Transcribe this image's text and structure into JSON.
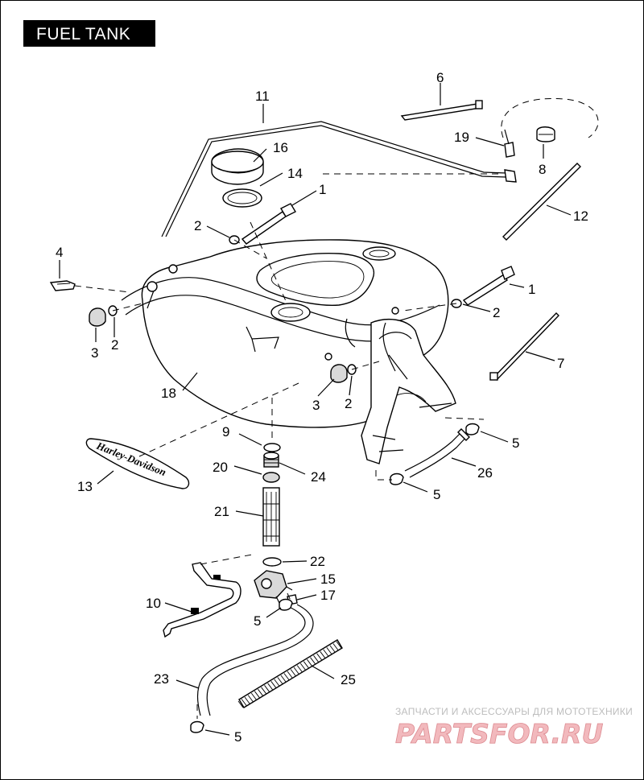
{
  "title": "FUEL TANK",
  "watermark": {
    "caption": "ЗАПЧАСТИ И АКСЕССУАРЫ ДЛЯ МОТОТЕХНИКИ",
    "logo": "PARTSFOR.RU"
  },
  "emblem_text": "Harley-Davidson",
  "callouts": {
    "c1a": "1",
    "c1b": "1",
    "c2a": "2",
    "c2b": "2",
    "c2c": "2",
    "c2d": "2",
    "c3a": "3",
    "c3b": "3",
    "c4": "4",
    "c5a": "5",
    "c5b": "5",
    "c5c": "5",
    "c5d": "5",
    "c6": "6",
    "c7": "7",
    "c8": "8",
    "c9": "9",
    "c10": "10",
    "c11": "11",
    "c12": "12",
    "c13": "13",
    "c14": "14",
    "c15": "15",
    "c16": "16",
    "c17": "17",
    "c18": "18",
    "c19": "19",
    "c20": "20",
    "c21": "21",
    "c22": "22",
    "c23": "23",
    "c24": "24",
    "c25": "25",
    "c26": "26"
  }
}
